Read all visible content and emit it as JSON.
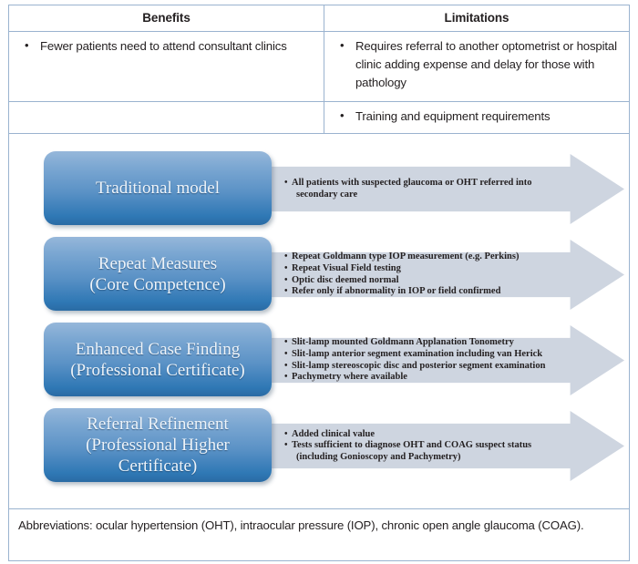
{
  "table": {
    "headers": {
      "benefits": "Benefits",
      "limitations": "Limitations"
    },
    "rows": [
      {
        "benefits": [
          "Fewer patients need to attend consultant clinics"
        ],
        "limitations": [
          "Requires referral to another optometrist or hospital clinic adding expense and delay for those with pathology"
        ]
      },
      {
        "benefits": [],
        "limitations": [
          "Training and equipment requirements"
        ]
      }
    ]
  },
  "diagram": {
    "stages": [
      {
        "title_lines": [
          "Traditional model"
        ],
        "bullets": [
          {
            "text": "All patients with suspected glaucoma or OHT referred into",
            "cont": "secondary care"
          }
        ]
      },
      {
        "title_lines": [
          "Repeat Measures",
          "(Core Competence)"
        ],
        "bullets": [
          {
            "text": "Repeat Goldmann type IOP measurement (e.g. Perkins)"
          },
          {
            "text": "Repeat Visual Field testing"
          },
          {
            "text": "Optic disc deemed normal"
          },
          {
            "text": "Refer only if abnormality in IOP or field confirmed"
          }
        ]
      },
      {
        "title_lines": [
          "Enhanced Case Finding",
          "(Professional Certificate)"
        ],
        "bullets": [
          {
            "text": "Slit-lamp mounted Goldmann Applanation Tonometry"
          },
          {
            "text": "Slit-lamp anterior segment examination including van Herick"
          },
          {
            "text": "Slit-lamp stereoscopic disc and posterior segment examination"
          },
          {
            "text": "Pachymetry where available"
          }
        ]
      },
      {
        "title_lines": [
          "Referral Refinement",
          "(Professional Higher",
          "Certificate)"
        ],
        "bullets": [
          {
            "text": "Added clinical value"
          },
          {
            "text": "Tests sufficient to diagnose OHT and COAG suspect status",
            "cont": "(including Gonioscopy and Pachymetry)"
          }
        ]
      }
    ]
  },
  "footer": {
    "abbreviations": "Abbreviations: ocular hypertension (OHT), intraocular pressure (IOP), chronic open angle glaucoma (COAG)."
  },
  "colors": {
    "border": "#9ab3cf",
    "arrow_fill": "#ced5e0",
    "box_top": "#96b7da",
    "box_bottom": "#2a6ba4",
    "text": "#231f20"
  }
}
